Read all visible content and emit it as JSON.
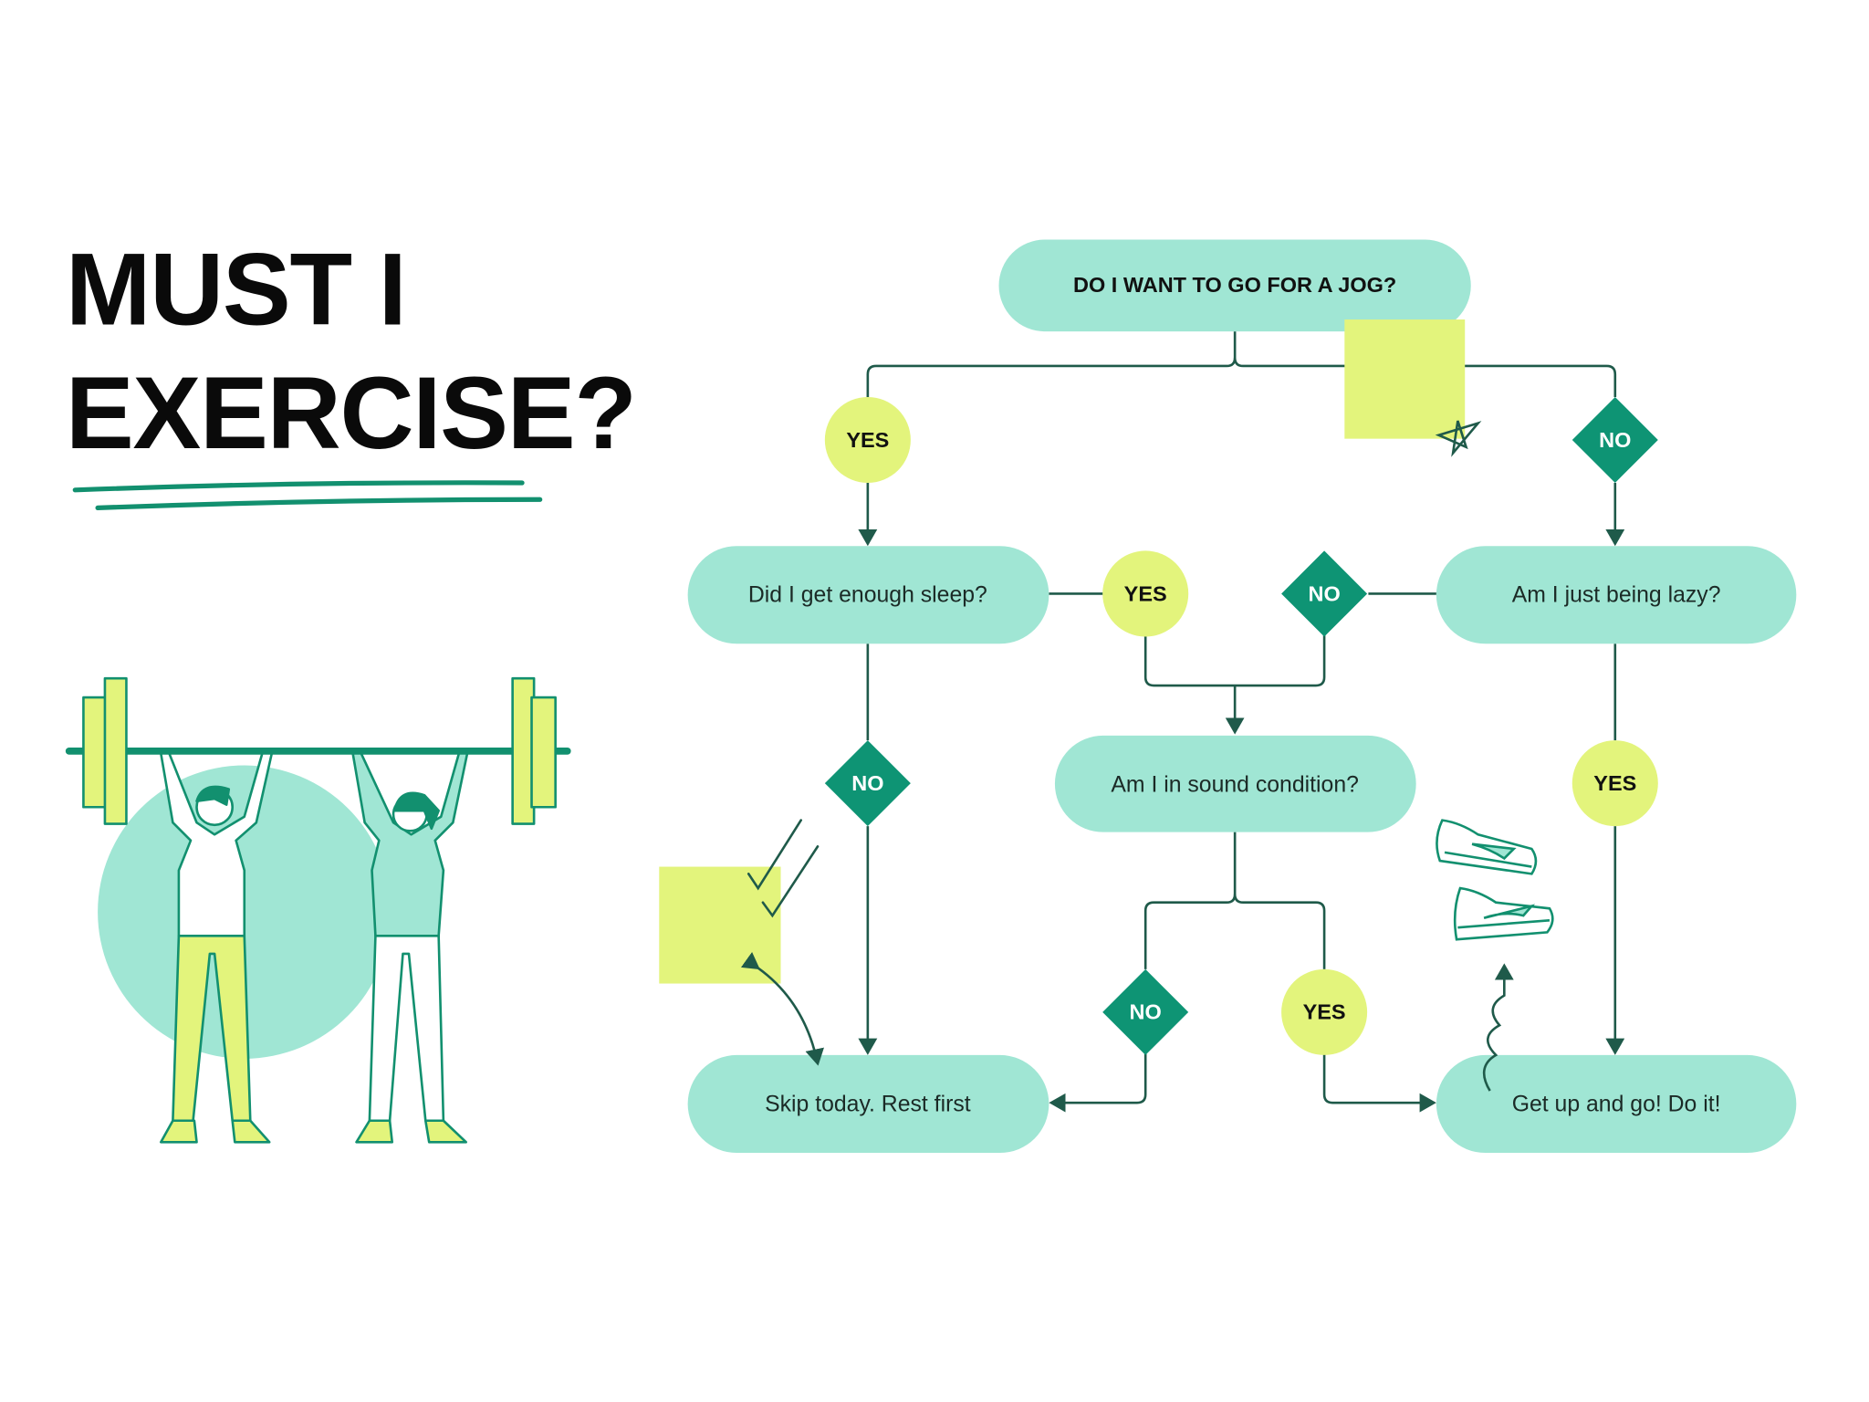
{
  "title": {
    "line1": "MUST I",
    "line2": "EXERCISE?"
  },
  "flowchart": {
    "start": "DO I WANT TO GO FOR A JOG?",
    "sleep_question": "Did I get enough sleep?",
    "lazy_question": "Am I just being lazy?",
    "condition_question": "Am I in sound condition?",
    "outcome_rest": "Skip today. Rest first",
    "outcome_go": "Get up and go! Do it!",
    "labels": {
      "yes": "YES",
      "no": "NO"
    }
  },
  "colors": {
    "mint": "#a0e6d4",
    "yellow": "#e3f47c",
    "green": "#0e9474",
    "line": "#1f5a4a"
  }
}
